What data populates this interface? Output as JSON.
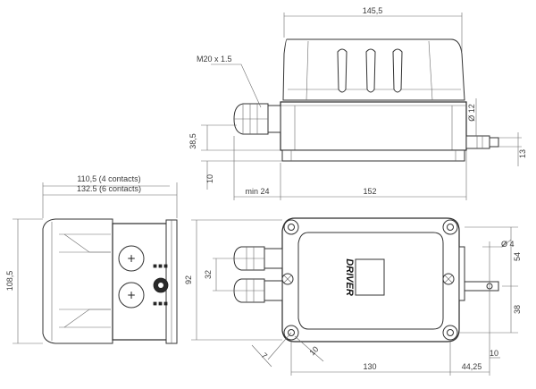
{
  "labels": {
    "thread": "M20 x 1.5",
    "diam_12": "Ø 12",
    "diam_4": "Ø 4",
    "brand": "DRIVER",
    "plus": "+"
  },
  "dimensions": {
    "width_145_5": "145,5",
    "h_38_5": "38,5",
    "h_13": "13",
    "h_10_left": "10",
    "min_24": "min 24",
    "len_152": "152",
    "contacts_4": "110,5 (4 contacts)",
    "contacts_6": "132.5 (6 contacts)",
    "h_108_5": "108,5",
    "h_92": "92",
    "h_32": "32",
    "h_54": "54",
    "h_38": "38",
    "h_10_right": "10",
    "w_7": "7",
    "w_10": "10",
    "w_130": "130",
    "w_44_25": "44,25"
  }
}
